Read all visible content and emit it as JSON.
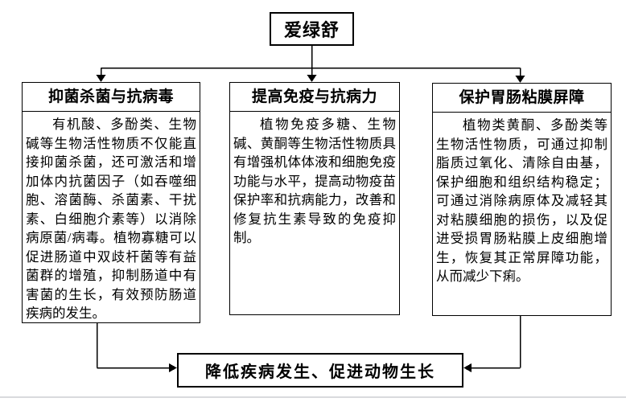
{
  "diagram": {
    "root": {
      "label": "爱绿舒"
    },
    "branches": [
      {
        "title": "抑菌杀菌与抗病毒",
        "body": "有机酸、多酚类、生物碱等生物活性物质不仅能直接抑菌杀菌，还可激活和增加体内抗菌因子（如吞噬细胞、溶菌酶、杀菌素、干扰素、白细胞介素等）以消除病原菌/病毒。植物寡糖可以促进肠道中双歧杆菌等有益菌群的增殖，抑制肠道中有害菌的生长，有效预防肠道疾病的发生。"
      },
      {
        "title": "提高免疫与抗病力",
        "body": "植物免疫多糖、生物碱、黄酮等生物活性物质具有增强机体体液和细胞免疫功能与水平，提高动物疫苗保护率和抗病能力，改善和修复抗生素导致的免疫抑制。"
      },
      {
        "title": "保护胃肠粘膜屏障",
        "body": "植物类黄酮、多酚类等生物活性物质，可通过抑制脂质过氧化、清除自由基，保护细胞和组织结构稳定；可通过消除病原体及减轻其对粘膜细胞的损伤，以及促进受损胃肠粘膜上皮细胞增生，恢复其正常屏障功能，从而减少下痢。"
      }
    ],
    "outcome": {
      "label": "降低疾病发生、促进动物生长"
    },
    "colors": {
      "line": "#000000",
      "background": "#ffffff",
      "bottom_divider": "#d9dadd"
    }
  }
}
